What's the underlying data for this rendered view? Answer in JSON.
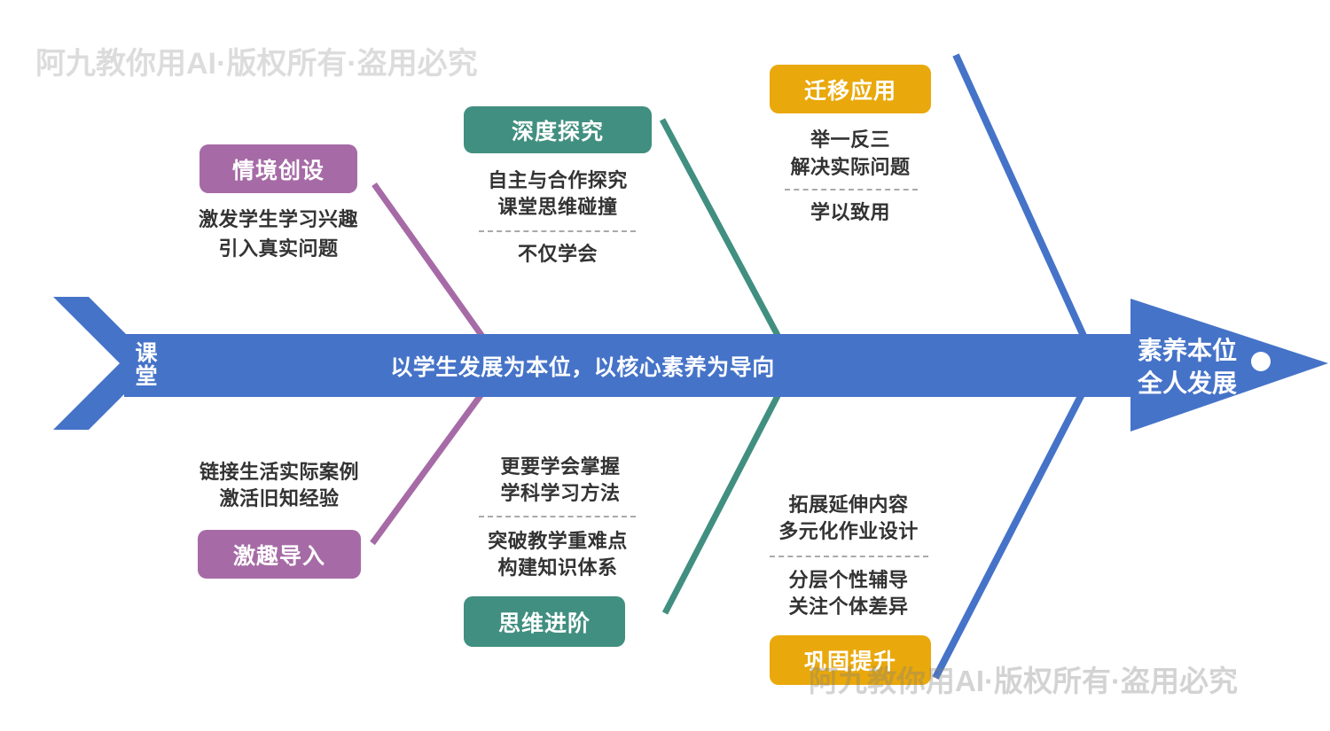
{
  "watermarks": {
    "top_left": "阿九教你用AI·版权所有·盗用必究",
    "bottom_right": "阿九教你用AI·版权所有·盗用必究"
  },
  "spine": {
    "tail_label": "课堂",
    "message": "以学生发展为本位，以核心素养为导向",
    "head_line1": "素养本位",
    "head_line2": "全人发展"
  },
  "branches": {
    "situation": {
      "label": "情境创设",
      "notes": [
        "激发学生学习兴趣",
        "引入真实问题"
      ]
    },
    "deep_inquiry": {
      "label": "深度探究",
      "notes_main": [
        "自主与合作探究",
        "课堂思维碰撞"
      ],
      "notes_sub": [
        "不仅学会"
      ]
    },
    "transfer": {
      "label": "迁移应用",
      "notes_main": [
        "举一反三",
        "解决实际问题"
      ],
      "notes_sub": [
        "学以致用"
      ]
    },
    "fun_intro": {
      "label": "激趣导入",
      "notes": [
        "链接生活实际案例",
        "激活旧知经验"
      ]
    },
    "thinking": {
      "label": "思维进阶",
      "notes_main": [
        "更要学会掌握",
        "学科学习方法"
      ],
      "notes_sub": [
        "突破教学重难点",
        "构建知识体系"
      ]
    },
    "consolidate": {
      "label": "巩固提升",
      "notes_main": [
        "拓展延伸内容",
        "多元化作业设计"
      ],
      "notes_sub": [
        "分层个性辅导",
        "关注个体差异"
      ]
    }
  },
  "colors": {
    "spine_blue": "#4573C8",
    "purple": "#A66BA6",
    "teal": "#418F80",
    "amber": "#E9A80B",
    "note_text": "#333333",
    "dash_gray": "#A9A9A9",
    "dot_white": "#FFFFFF",
    "watermark_gray": "#D6D6D6"
  }
}
